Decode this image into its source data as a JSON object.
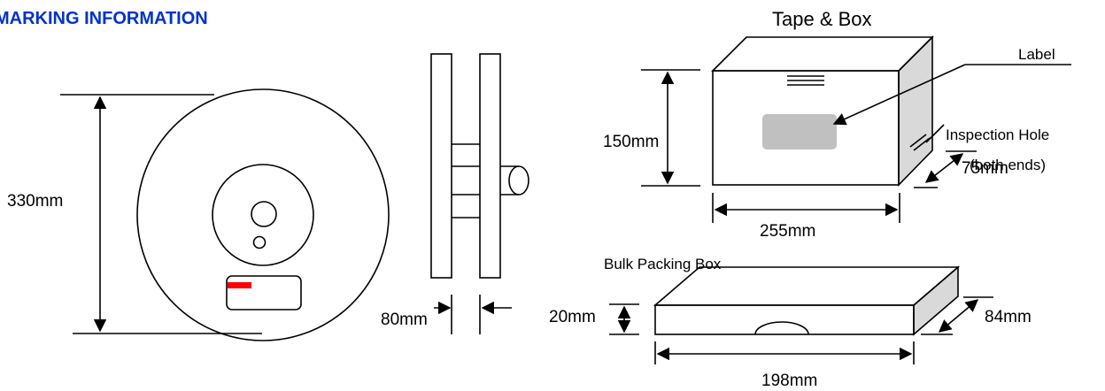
{
  "heading": "MARKING INFORMATION",
  "tape_box": {
    "title": "Tape & Box",
    "label_callout": "Label",
    "inspection_hole": "Inspection Hole",
    "inspection_hole_note": "(both ends)",
    "height": "150mm",
    "width": "255mm",
    "depth": "75mm"
  },
  "reel": {
    "diameter": "330mm",
    "width": "80mm"
  },
  "bulk_box": {
    "title": "Bulk Packing Box",
    "height": "20mm",
    "width": "198mm",
    "depth": "84mm"
  },
  "colors": {
    "heading": "#0033cc",
    "marker": "#ff0000",
    "label_fill": "#c0c0c0",
    "side_fill": "#d9d9d9"
  }
}
